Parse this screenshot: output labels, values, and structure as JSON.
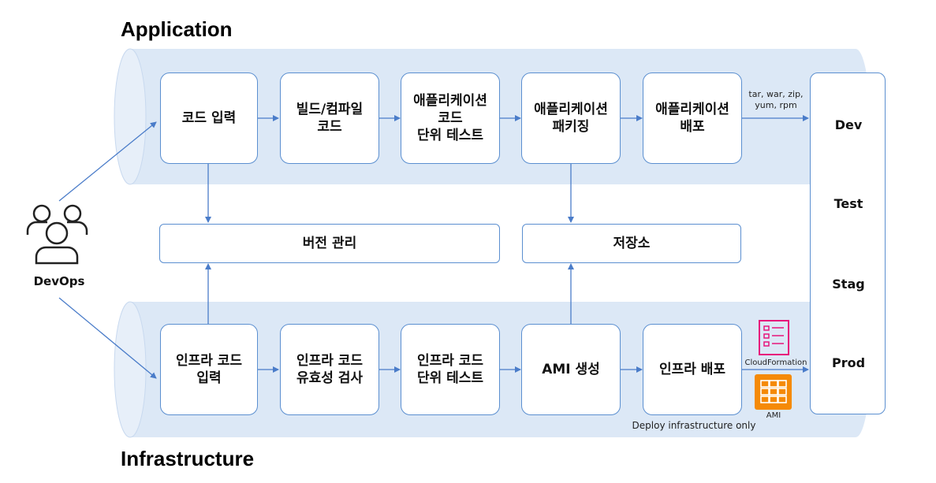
{
  "sections": {
    "application": "Application",
    "infrastructure": "Infrastructure"
  },
  "actor": {
    "label": "DevOps"
  },
  "app_steps": [
    "코드 입력",
    "빌드/컴파일\n코드",
    "애플리케이션\n코드\n단위 테스트",
    "애플리케이션\n패키징",
    "애플리케이션\n배포"
  ],
  "shared": {
    "version_control": "버전 관리",
    "repository": "저장소"
  },
  "infra_steps": [
    "인프라 코드\n입력",
    "인프라 코드\n유효성 검사",
    "인프라 코드\n단위 테스트",
    "AMI 생성",
    "인프라 배포"
  ],
  "artifacts_label": "tar, war, zip,\nyum, rpm",
  "cloudformation_label": "CloudFormation",
  "ami_label": "AMI",
  "deploy_note": "Deploy infrastructure only",
  "environments": [
    "Dev",
    "Test",
    "Stag",
    "Prod"
  ],
  "colors": {
    "band": "#dce8f6",
    "border": "#5b8fd0",
    "arrow": "#4a7cc9",
    "cloudformation": "#e7157b",
    "ami": "#f58a07"
  },
  "icons": {
    "actor": "users-icon",
    "cloudformation": "cloudformation-icon",
    "ami": "ami-icon"
  }
}
